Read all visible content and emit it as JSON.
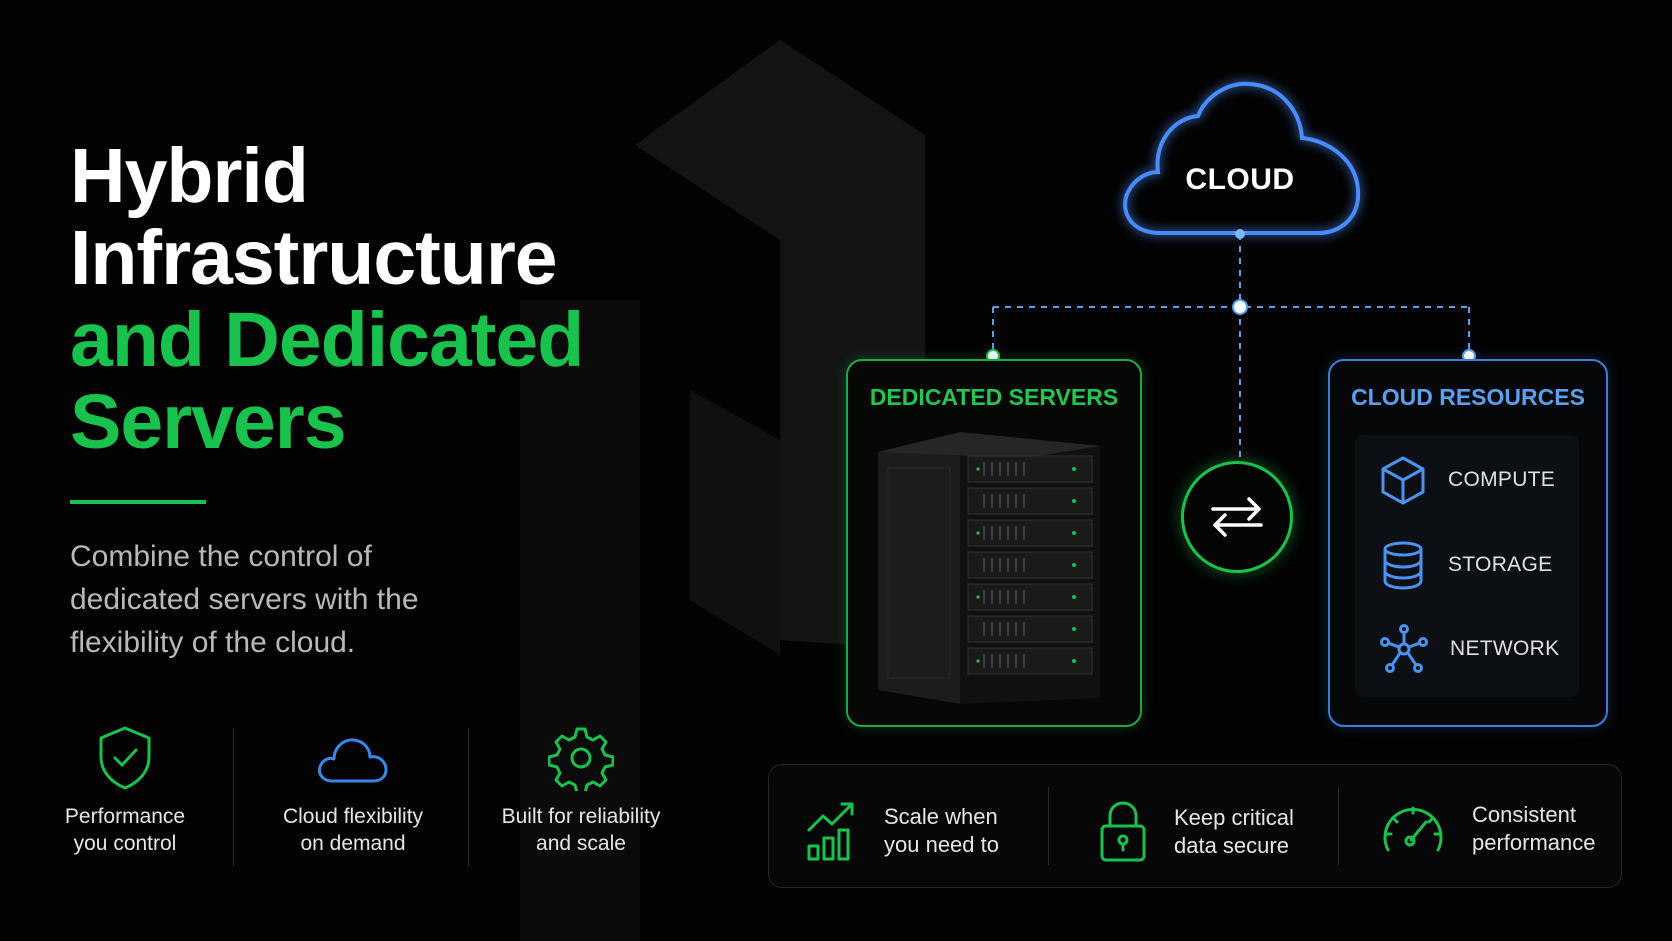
{
  "hero": {
    "title_line1": "Hybrid",
    "title_line2": "Infrastructure",
    "title_line3": "and Dedicated",
    "title_line4": "Servers",
    "subtitle": "Combine the control of dedicated servers with the flexibility of the cloud."
  },
  "features": [
    {
      "icon": "shield-check-icon",
      "line1": "Performance",
      "line2": "you control"
    },
    {
      "icon": "cloud-icon",
      "line1": "Cloud flexibility",
      "line2": "on demand"
    },
    {
      "icon": "gear-icon",
      "line1": "Built for reliability",
      "line2": "and scale"
    }
  ],
  "diagram": {
    "cloud_label": "CLOUD",
    "dedicated_title": "DEDICATED SERVERS",
    "cloud_resources_title": "CLOUD RESOURCES",
    "resources": [
      {
        "icon": "cube-icon",
        "label": "COMPUTE"
      },
      {
        "icon": "database-icon",
        "label": "STORAGE"
      },
      {
        "icon": "network-icon",
        "label": "NETWORK"
      }
    ],
    "sync_icon": "arrows-exchange-icon"
  },
  "benefits": [
    {
      "icon": "chart-growth-icon",
      "line1": "Scale when",
      "line2": "you need to"
    },
    {
      "icon": "lock-icon",
      "line1": "Keep critical",
      "line2": "data secure"
    },
    {
      "icon": "speedometer-icon",
      "line1": "Consistent",
      "line2": "performance"
    }
  ],
  "colors": {
    "accent_green": "#19c24c",
    "accent_blue": "#3a7fd8",
    "background": "#030303"
  }
}
